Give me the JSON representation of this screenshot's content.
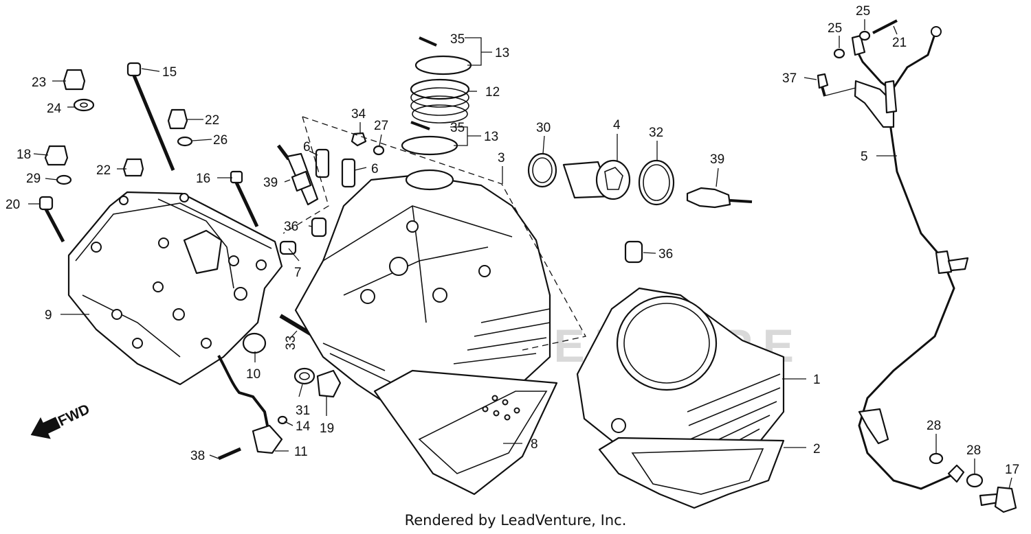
{
  "watermark": "LEADVENTURE",
  "direction_label": "FWD",
  "credit": "Rendered by LeadVenture, Inc.",
  "callouts": [
    "1",
    "2",
    "3",
    "4",
    "5",
    "6",
    "6",
    "7",
    "8",
    "9",
    "10",
    "11",
    "12",
    "13",
    "13",
    "14",
    "15",
    "16",
    "17",
    "18",
    "19",
    "20",
    "21",
    "22",
    "22",
    "23",
    "24",
    "25",
    "25",
    "26",
    "27",
    "28",
    "28",
    "29",
    "30",
    "31",
    "32",
    "33",
    "34",
    "35",
    "35",
    "36",
    "36",
    "37",
    "38",
    "39",
    "39"
  ],
  "colors": {
    "ink": "#111111",
    "paper": "#ffffff",
    "watermark": "#d9d9d9"
  }
}
